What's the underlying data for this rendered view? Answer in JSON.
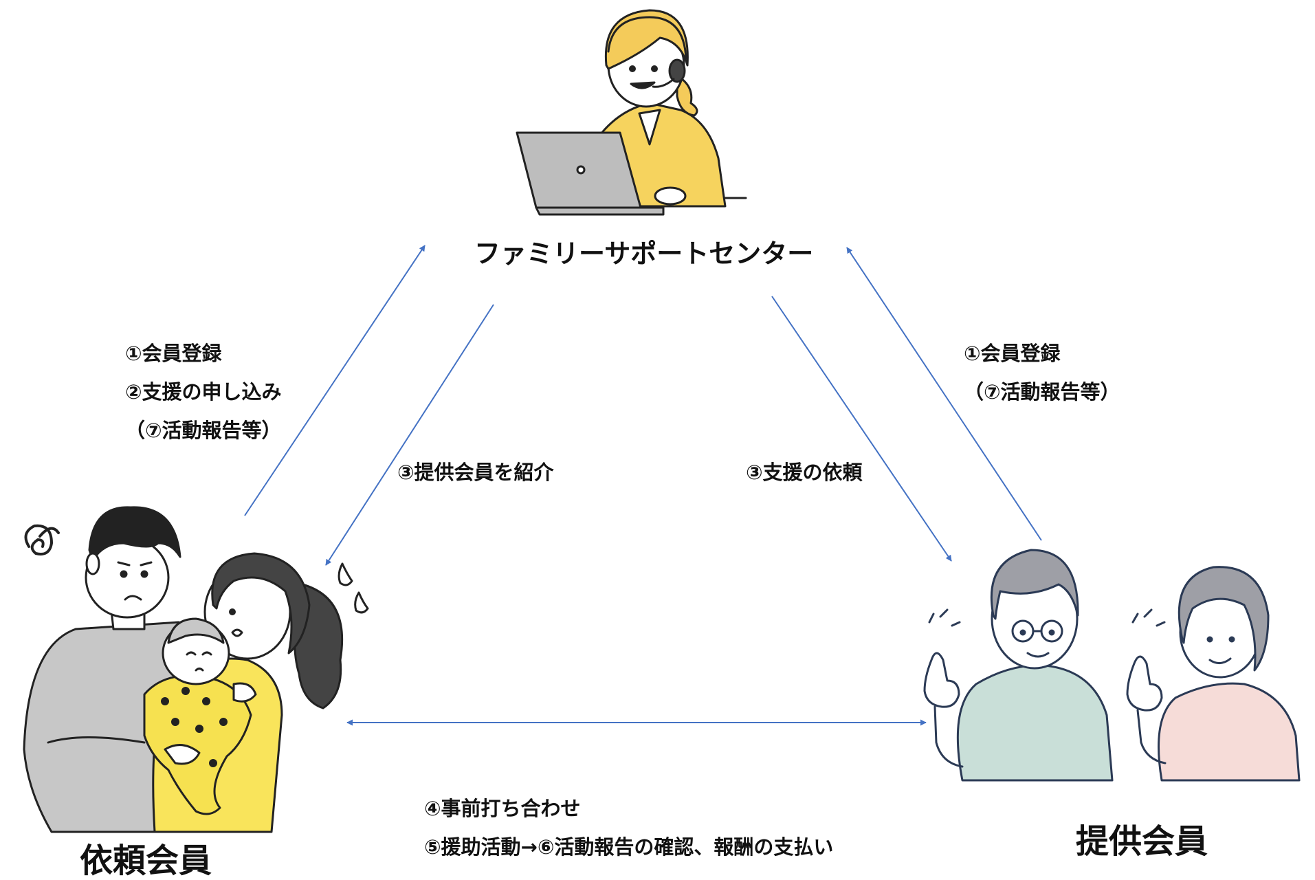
{
  "nodes": {
    "center": "ファミリーサポートセンター",
    "requester": "依頼会員",
    "provider": "提供会員"
  },
  "left_flow": {
    "line1": "①会員登録",
    "line2": "②支援の申し込み",
    "line3": "（⑦活動報告等）"
  },
  "right_flow": {
    "line1": "①会員登録",
    "line2": "（⑦活動報告等）"
  },
  "center_to_requester": "③提供会員を紹介",
  "center_to_provider": "③支援の依頼",
  "bottom_flow": {
    "line1": "④事前打ち合わせ",
    "line2": "⑤援助活動→⑥活動報告の確認、報酬の支払い"
  },
  "colors": {
    "arrow": "#4472C4",
    "staff_hair": "#F4CB5A",
    "staff_jacket": "#F6D35E",
    "laptop": "#BDBDBD",
    "father_shirt": "#C7C7C7",
    "mother_shirt": "#F9E45B",
    "baby_suit": "#F6E150",
    "grandpa_shirt": "#C9DFD8",
    "grandma_shirt": "#F6DCD8",
    "grey_hair": "#9E9FA6"
  },
  "icons": [
    "staff-with-headset-icon",
    "laptop-icon",
    "parents-with-baby-icon",
    "elderly-couple-icon"
  ]
}
